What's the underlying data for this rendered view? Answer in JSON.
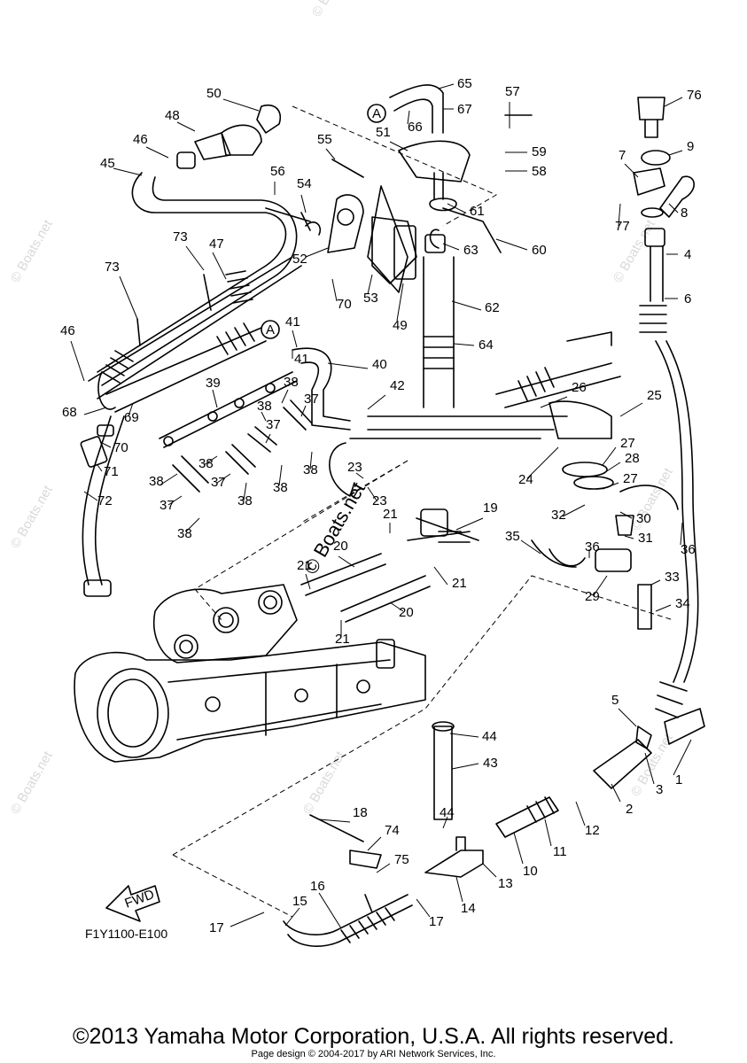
{
  "diagram": {
    "code": "F1Y1100-E100",
    "fwd_label": "FWD",
    "ref_marker": "A",
    "watermark": "© Boats.net",
    "callouts": [
      "1",
      "2",
      "3",
      "4",
      "5",
      "6",
      "7",
      "8",
      "9",
      "10",
      "11",
      "12",
      "13",
      "14",
      "15",
      "16",
      "17",
      "18",
      "19",
      "20",
      "21",
      "23",
      "24",
      "25",
      "26",
      "27",
      "28",
      "29",
      "30",
      "31",
      "32",
      "33",
      "34",
      "35",
      "36",
      "37",
      "38",
      "39",
      "40",
      "41",
      "42",
      "43",
      "44",
      "45",
      "46",
      "47",
      "48",
      "49",
      "50",
      "51",
      "52",
      "53",
      "54",
      "55",
      "56",
      "57",
      "58",
      "59",
      "60",
      "61",
      "62",
      "63",
      "64",
      "65",
      "66",
      "67",
      "68",
      "69",
      "70",
      "71",
      "72",
      "73",
      "74",
      "75",
      "76",
      "77"
    ]
  },
  "footer": {
    "copyright": "©2013 Yamaha Motor Corporation, U.S.A. All rights reserved.",
    "page_design": "Page design © 2004-2017 by ARI Network Services, Inc."
  }
}
